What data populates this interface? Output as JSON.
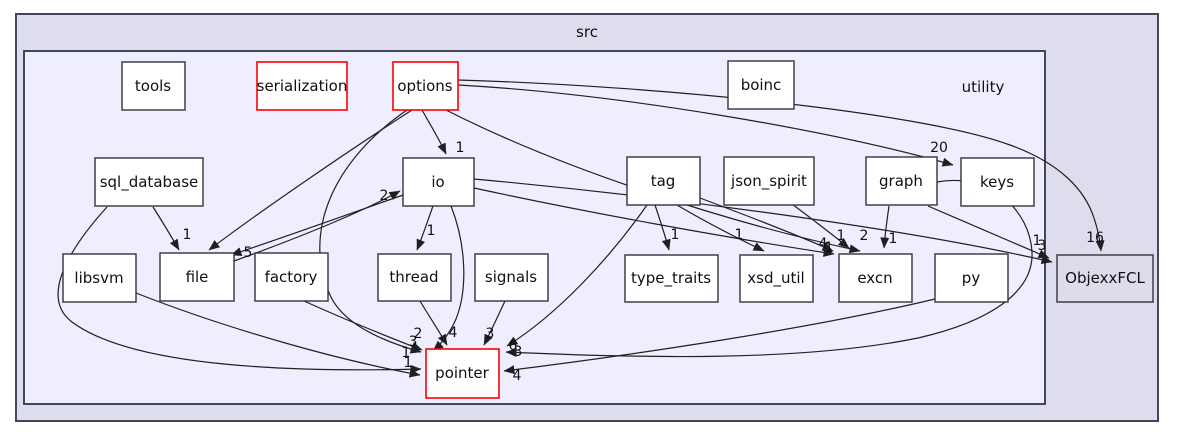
{
  "diagram": {
    "title": "src",
    "inner_title": "utility",
    "colors": {
      "outer_bg": "#ddddee",
      "inner_bg": "#eeeeff",
      "node_fill": "#ffffff",
      "node_border": "#33333d",
      "highlight_border": "#ff0000",
      "external_node_fill": "#dcdcea",
      "edge": "#202020"
    },
    "nodes": [
      {
        "id": "tools",
        "label": "tools",
        "style": "normal"
      },
      {
        "id": "serialization",
        "label": "serialization",
        "style": "red"
      },
      {
        "id": "options",
        "label": "options",
        "style": "red"
      },
      {
        "id": "boinc",
        "label": "boinc",
        "style": "normal"
      },
      {
        "id": "sql_database",
        "label": "sql_database",
        "style": "normal"
      },
      {
        "id": "io",
        "label": "io",
        "style": "normal"
      },
      {
        "id": "tag",
        "label": "tag",
        "style": "normal"
      },
      {
        "id": "json_spirit",
        "label": "json_spirit",
        "style": "normal"
      },
      {
        "id": "graph",
        "label": "graph",
        "style": "normal"
      },
      {
        "id": "keys",
        "label": "keys",
        "style": "normal"
      },
      {
        "id": "libsvm",
        "label": "libsvm",
        "style": "normal"
      },
      {
        "id": "file",
        "label": "file",
        "style": "normal"
      },
      {
        "id": "factory",
        "label": "factory",
        "style": "normal"
      },
      {
        "id": "thread",
        "label": "thread",
        "style": "normal"
      },
      {
        "id": "signals",
        "label": "signals",
        "style": "normal"
      },
      {
        "id": "type_traits",
        "label": "type_traits",
        "style": "normal"
      },
      {
        "id": "xsd_util",
        "label": "xsd_util",
        "style": "normal"
      },
      {
        "id": "excn",
        "label": "excn",
        "style": "normal"
      },
      {
        "id": "py",
        "label": "py",
        "style": "normal"
      },
      {
        "id": "pointer",
        "label": "pointer",
        "style": "red"
      },
      {
        "id": "ObjexxFCL",
        "label": "ObjexxFCL",
        "style": "external"
      }
    ],
    "edges": [
      {
        "from": "options",
        "to": "io",
        "label": "1"
      },
      {
        "from": "options",
        "to": "keys",
        "label": "20"
      },
      {
        "from": "options",
        "to": "ObjexxFCL",
        "label": "16"
      },
      {
        "from": "options",
        "to": "excn",
        "label": "2"
      },
      {
        "from": "options",
        "to": "file",
        "label": ""
      },
      {
        "from": "options",
        "to": "pointer",
        "label": "3"
      },
      {
        "from": "io",
        "to": "file",
        "label": "5"
      },
      {
        "from": "file",
        "to": "io",
        "label": "2"
      },
      {
        "from": "io",
        "to": "thread",
        "label": "1"
      },
      {
        "from": "io",
        "to": "excn",
        "label": "4"
      },
      {
        "from": "io",
        "to": "ObjexxFCL",
        "label": "1"
      },
      {
        "from": "io",
        "to": "pointer",
        "label": "2"
      },
      {
        "from": "sql_database",
        "to": "file",
        "label": "1"
      },
      {
        "from": "sql_database",
        "to": "pointer",
        "label": "1"
      },
      {
        "from": "libsvm",
        "to": "pointer",
        "label": "1"
      },
      {
        "from": "factory",
        "to": "pointer",
        "label": ""
      },
      {
        "from": "thread",
        "to": "pointer",
        "label": "4"
      },
      {
        "from": "signals",
        "to": "pointer",
        "label": "3"
      },
      {
        "from": "tag",
        "to": "type_traits",
        "label": "1"
      },
      {
        "from": "tag",
        "to": "xsd_util",
        "label": "1"
      },
      {
        "from": "tag",
        "to": "excn",
        "label": "1"
      },
      {
        "from": "tag",
        "to": "pointer",
        "label": "6"
      },
      {
        "from": "json_spirit",
        "to": "excn",
        "label": "1"
      },
      {
        "from": "graph",
        "to": "excn",
        "label": "1"
      },
      {
        "from": "graph",
        "to": "ObjexxFCL",
        "label": "3"
      },
      {
        "from": "graph",
        "to": "pointer",
        "label": "3"
      },
      {
        "from": "py",
        "to": "pointer",
        "label": "4"
      }
    ]
  }
}
